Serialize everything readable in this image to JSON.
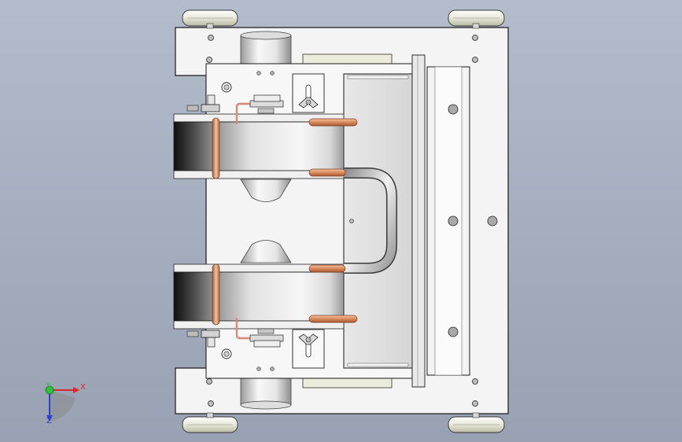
{
  "view": {
    "background_top": "#b3bccb",
    "background_bottom": "#98a2b3"
  },
  "model": {
    "palette": {
      "plate": "#f2f2f2",
      "edge": "#1a1a1a",
      "copper": "#d98a5a",
      "steel": "#c9c9c9",
      "coil_dark": "#1e1e1e"
    }
  },
  "triad": {
    "x_label": "X",
    "y_label": "Y",
    "z_label": "Z",
    "x_color": "#d8262e",
    "y_color": "#2fbf3a",
    "z_color": "#2a3fd8"
  }
}
